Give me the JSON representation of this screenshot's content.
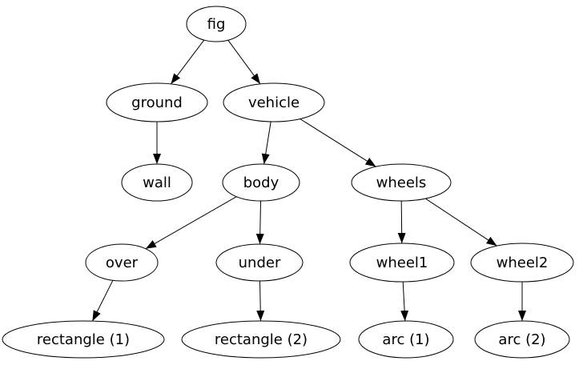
{
  "diagram": {
    "type": "tree",
    "background_color": "#ffffff",
    "node_fill_color": "#ffffff",
    "node_stroke_color": "#000000",
    "text_color": "#000000",
    "edge_color": "#000000",
    "nodes": [
      {
        "id": "fig",
        "label": "fig"
      },
      {
        "id": "ground",
        "label": "ground"
      },
      {
        "id": "vehicle",
        "label": "vehicle"
      },
      {
        "id": "wall",
        "label": "wall"
      },
      {
        "id": "body",
        "label": "body"
      },
      {
        "id": "wheels",
        "label": "wheels"
      },
      {
        "id": "over",
        "label": "over"
      },
      {
        "id": "under",
        "label": "under"
      },
      {
        "id": "wheel1",
        "label": "wheel1"
      },
      {
        "id": "wheel2",
        "label": "wheel2"
      },
      {
        "id": "rectangle1",
        "label": "rectangle (1)"
      },
      {
        "id": "rectangle2",
        "label": "rectangle (2)"
      },
      {
        "id": "arc1",
        "label": "arc (1)"
      },
      {
        "id": "arc2",
        "label": "arc (2)"
      }
    ],
    "edges": [
      {
        "from": "fig",
        "to": "ground"
      },
      {
        "from": "fig",
        "to": "vehicle"
      },
      {
        "from": "ground",
        "to": "wall"
      },
      {
        "from": "vehicle",
        "to": "body"
      },
      {
        "from": "vehicle",
        "to": "wheels"
      },
      {
        "from": "body",
        "to": "over"
      },
      {
        "from": "body",
        "to": "under"
      },
      {
        "from": "wheels",
        "to": "wheel1"
      },
      {
        "from": "wheels",
        "to": "wheel2"
      },
      {
        "from": "over",
        "to": "rectangle1"
      },
      {
        "from": "under",
        "to": "rectangle2"
      },
      {
        "from": "wheel1",
        "to": "arc1"
      },
      {
        "from": "wheel2",
        "to": "arc2"
      }
    ]
  }
}
